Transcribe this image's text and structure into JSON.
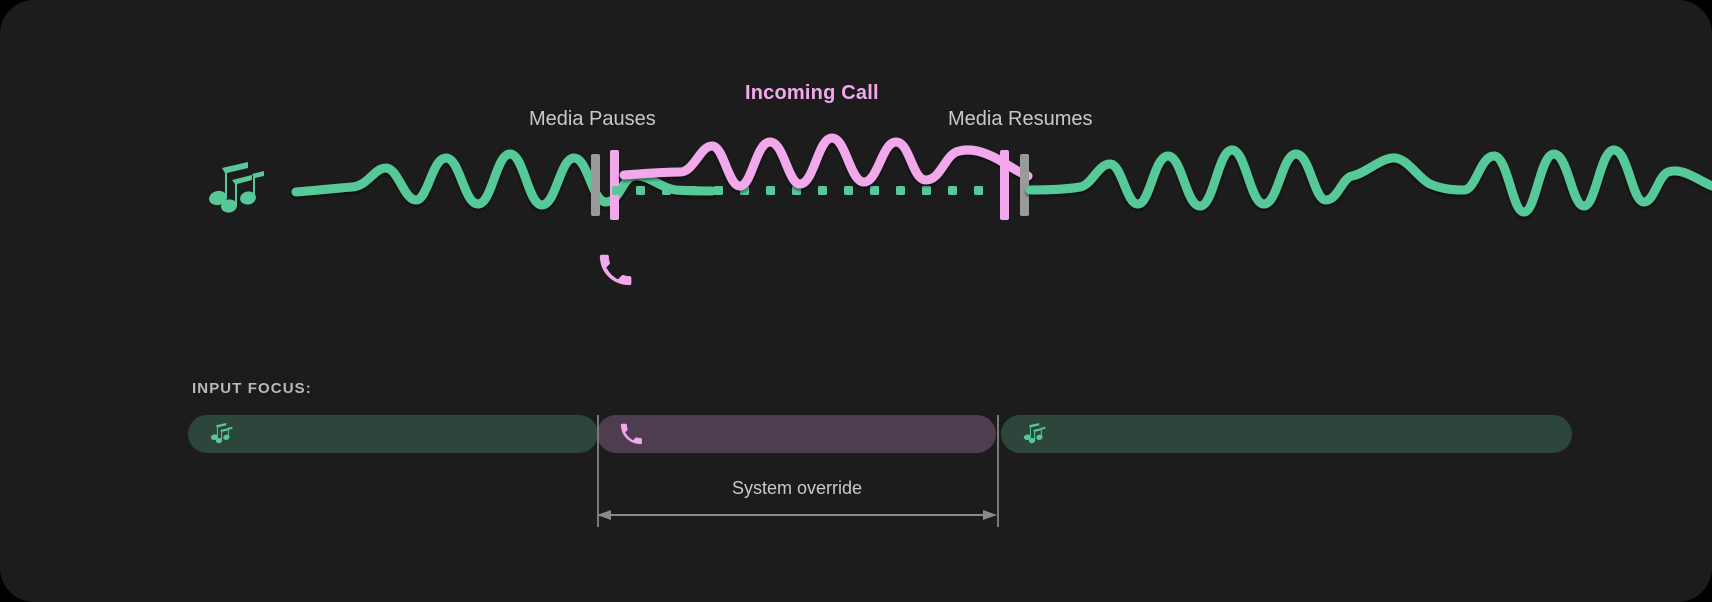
{
  "theme": {
    "background": "#1c1c1c",
    "media_accent": "#57c999",
    "call_accent": "#f2a9ec",
    "marker_gray": "#9a9a9a",
    "media_bar_bg": "#2d463c",
    "call_bar_bg": "#4e3c50",
    "text_primary": "#c9c9c9",
    "text_muted": "#b9b9b9"
  },
  "timeline": {
    "incoming_call_label": "Incoming Call",
    "media_pauses_label": "Media Pauses",
    "media_resumes_label": "Media Resumes",
    "music_icon": "music-notes-icon",
    "phone_icon": "phone-icon"
  },
  "input_focus": {
    "section_label": "INPUT FOCUS:",
    "segments": [
      {
        "id": "media-left",
        "icon": "music-notes-icon",
        "owner": "media"
      },
      {
        "id": "call",
        "icon": "phone-icon",
        "owner": "call"
      },
      {
        "id": "media-right",
        "icon": "music-notes-icon",
        "owner": "media"
      }
    ],
    "override_label": "System override"
  }
}
